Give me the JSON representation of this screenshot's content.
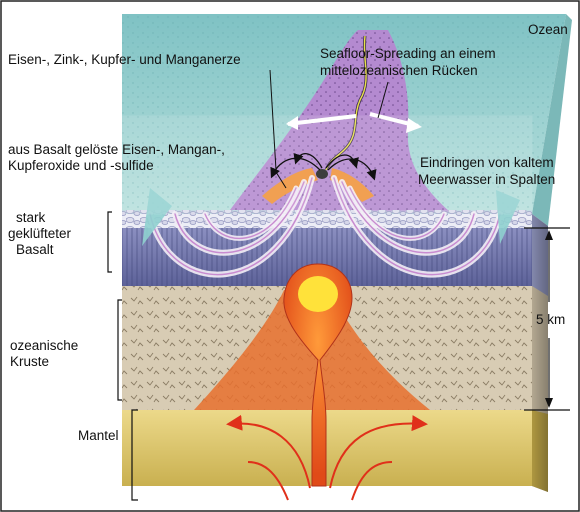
{
  "labels": {
    "ocean": "Ozean",
    "ores": "Eisen-, Zink-, Kupfer- und Manganerze",
    "spreading_line1": "Seafloor-Spreading an einem",
    "spreading_line2": "mittelozeanischen Rücken",
    "oxides_line1": "aus Basalt gelöste Eisen-, Mangan-,",
    "oxides_line2": "Kupferoxide und -sulfide",
    "seawater_line1": "Eindringen von kaltem",
    "seawater_line2": "Meerwasser in Spalten",
    "basalt_line1": "stark",
    "basalt_line2": "geklüfteter",
    "basalt_line3": "Basalt",
    "crust_line1": "ozeanische",
    "crust_line2": "Kruste",
    "thickness": "5 km",
    "mantle": "Mantel"
  },
  "colors": {
    "ocean": "#a9d6d4",
    "ridge": "#b48ad0",
    "basalt": "#6d72a8",
    "crust": "#d8ccb4",
    "mantle": "#d8c46a",
    "magma": "#e4541e",
    "magma_core": "#ffe23a"
  }
}
